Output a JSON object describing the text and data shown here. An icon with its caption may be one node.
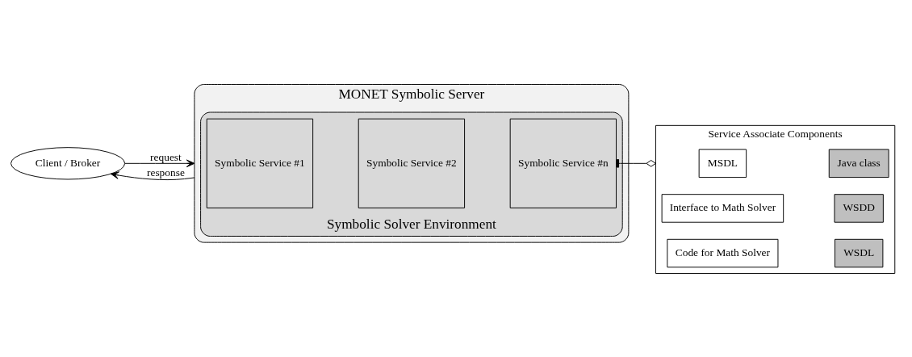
{
  "diagram": {
    "nodes": [
      {
        "text": [
          "Client / Broker"
        ]
      },
      {
        "text": [
          "MONET Symbolic Server"
        ]
      },
      {
        "text": [
          "Symbolic Solver Environment"
        ],
        "in": 1
      },
      {
        "text": [
          "Symbolic Service #1"
        ],
        "in": 2
      },
      {
        "text": [
          "Symbolic Service #2"
        ],
        "in": 2
      },
      {
        "text": [
          "Symbolic Service #n"
        ],
        "in": 2
      },
      {
        "text": [
          "Service Associate Components"
        ]
      },
      {
        "text": [
          "MSDL"
        ],
        "in": 6
      },
      {
        "text": [
          "Java class"
        ],
        "in": 6
      },
      {
        "text": [
          "Interface to Math Solver"
        ],
        "in": 6
      },
      {
        "text": [
          "WSDD"
        ],
        "in": 6
      },
      {
        "text": [
          "Code for Math Solver"
        ],
        "in": 6
      },
      {
        "text": [
          "WSDL"
        ],
        "in": 6
      }
    ],
    "edges": [
      {
        "from": 0,
        "to": 1,
        "label": "request",
        "arrow": "to"
      },
      {
        "from": 1,
        "to": 0,
        "label": "response",
        "arrow": "to"
      },
      {
        "from": 5,
        "to": 6,
        "arrow": "other"
      }
    ]
  }
}
